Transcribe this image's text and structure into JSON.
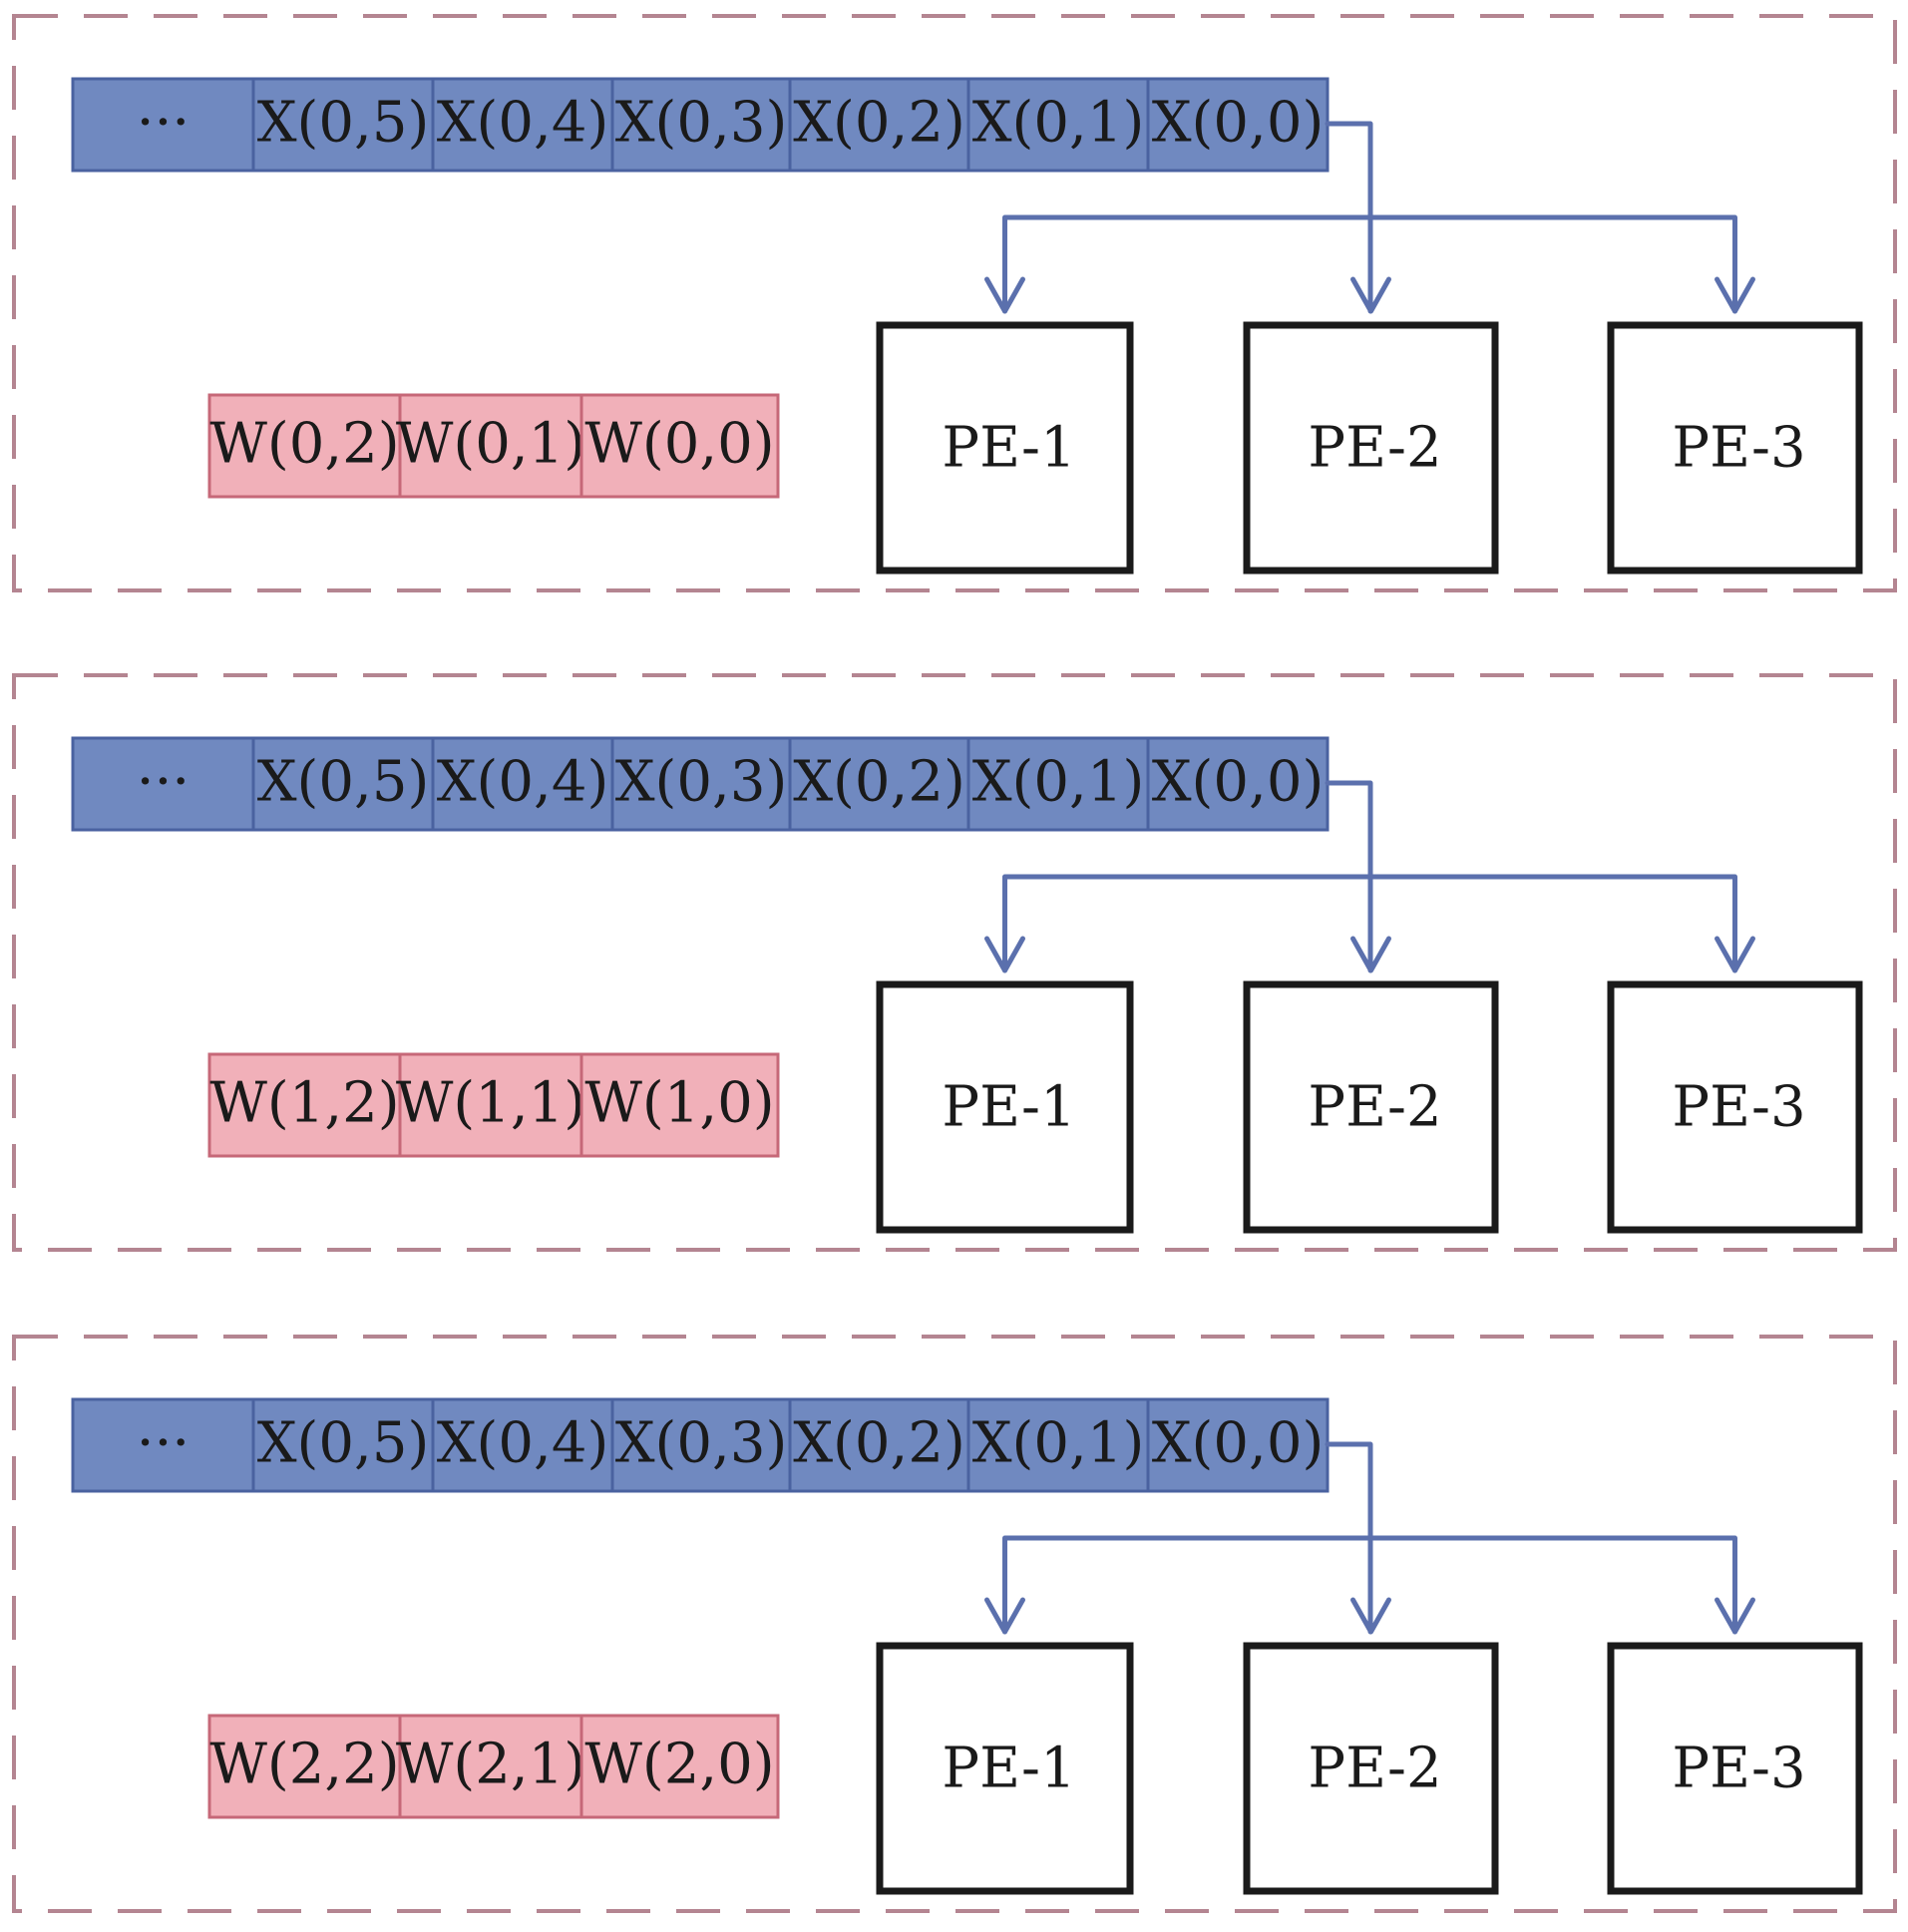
{
  "colors": {
    "dashed_border": "#b48591",
    "x_cell_fill": "#7089c0",
    "x_cell_stroke": "#4a62a0",
    "w_cell_fill": "#f1b0b9",
    "w_cell_stroke": "#c66878",
    "arrow": "#5b70ad",
    "pe_stroke": "#1a1a1a"
  },
  "stages": [
    {
      "x_buffer": [
        "···",
        "X(0,5)",
        "X(0,4)",
        "X(0,3)",
        "X(0,2)",
        "X(0,1)",
        "X(0,0)"
      ],
      "weights": [
        "W(0,2)",
        "W(0,1)",
        "W(0,0)"
      ],
      "pes": [
        "PE-1",
        "PE-2",
        "PE-3"
      ]
    },
    {
      "x_buffer": [
        "···",
        "X(0,5)",
        "X(0,4)",
        "X(0,3)",
        "X(0,2)",
        "X(0,1)",
        "X(0,0)"
      ],
      "weights": [
        "W(1,2)",
        "W(1,1)",
        "W(1,0)"
      ],
      "pes": [
        "PE-1",
        "PE-2",
        "PE-3"
      ]
    },
    {
      "x_buffer": [
        "···",
        "X(0,5)",
        "X(0,4)",
        "X(0,3)",
        "X(0,2)",
        "X(0,1)",
        "X(0,0)"
      ],
      "weights": [
        "W(2,2)",
        "W(2,1)",
        "W(2,0)"
      ],
      "pes": [
        "PE-1",
        "PE-2",
        "PE-3"
      ]
    }
  ]
}
